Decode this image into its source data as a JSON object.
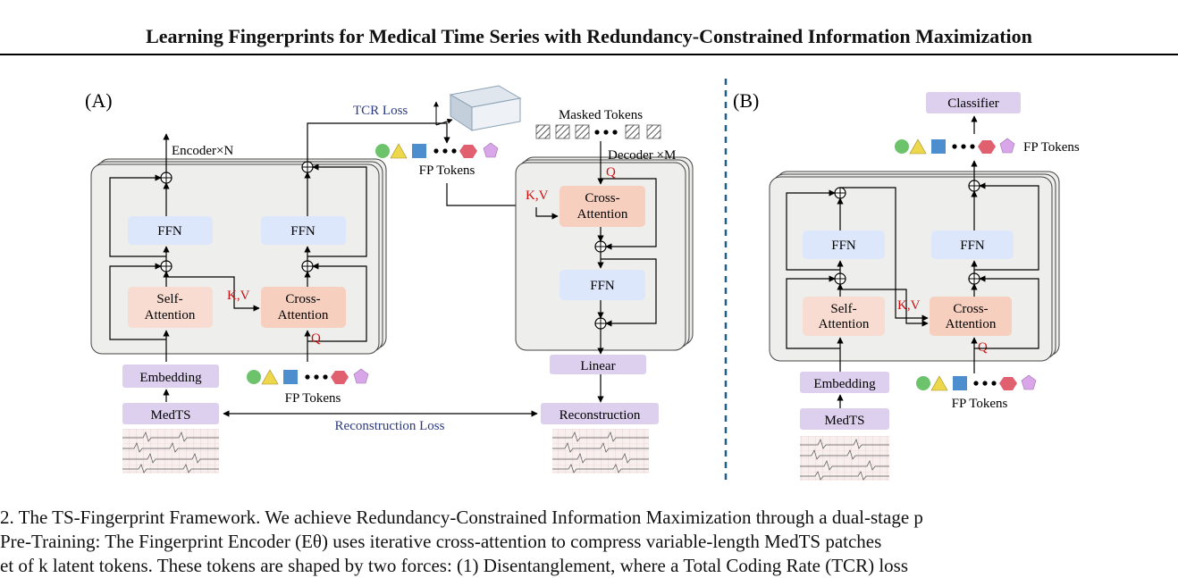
{
  "header": {
    "title": "Learning Fingerprints for Medical Time Series with Redundancy-Constrained Information Maximization"
  },
  "figure": {
    "panel_a": {
      "label": "(A)",
      "encoder_label": "Encoder×N",
      "decoder_label": "Decoder ×M",
      "tcr_loss": "TCR Loss",
      "masked_tokens": "Masked Tokens",
      "fp_tokens_top": "FP Tokens",
      "fp_tokens_bottom": "FP Tokens",
      "ffn": "FFN",
      "self_attention_1": "Self-",
      "self_attention_2": "Attention",
      "cross_attention_1": "Cross-",
      "cross_attention_2": "Attention",
      "kv": "K,V",
      "q": "Q",
      "embedding": "Embedding",
      "medts": "MedTS",
      "linear": "Linear",
      "reconstruction": "Reconstruction",
      "reconstruction_loss": "Reconstruction Loss"
    },
    "panel_b": {
      "label": "(B)",
      "classifier": "Classifier",
      "fp_tokens_top": "FP Tokens",
      "fp_tokens_bottom": "FP Tokens",
      "ffn": "FFN",
      "self_attention_1": "Self-",
      "self_attention_2": "Attention",
      "cross_attention_1": "Cross-",
      "cross_attention_2": "Attention",
      "kv": "K,V",
      "q": "Q",
      "embedding": "Embedding",
      "medts": "MedTS"
    },
    "colors": {
      "block_bg": "#eeefed",
      "ffn": "#dde7fb",
      "attention": "#f8dcd2",
      "cross_attention": "#f6cfbf",
      "purple": "#ddd0ee",
      "label_red": "#d01010",
      "loss_blue": "#2c3a80",
      "divider": "#1d5f86"
    },
    "token_shapes": [
      "circle-green",
      "triangle-yellow",
      "square-blue",
      "dots",
      "hexagon-red",
      "pentagon-purple"
    ]
  },
  "caption": {
    "line1": " 2. The TS-Fingerprint Framework. We achieve Redundancy-Constrained Information Maximization through a dual-stage p",
    "line2": "Pre-Training:  The Fingerprint Encoder (Eθ) uses iterative cross-attention to compress variable-length MedTS patches",
    "line3": "et of k latent tokens. These tokens are shaped by two forces: (1) Disentanglement, where a Total Coding Rate (TCR) loss"
  }
}
